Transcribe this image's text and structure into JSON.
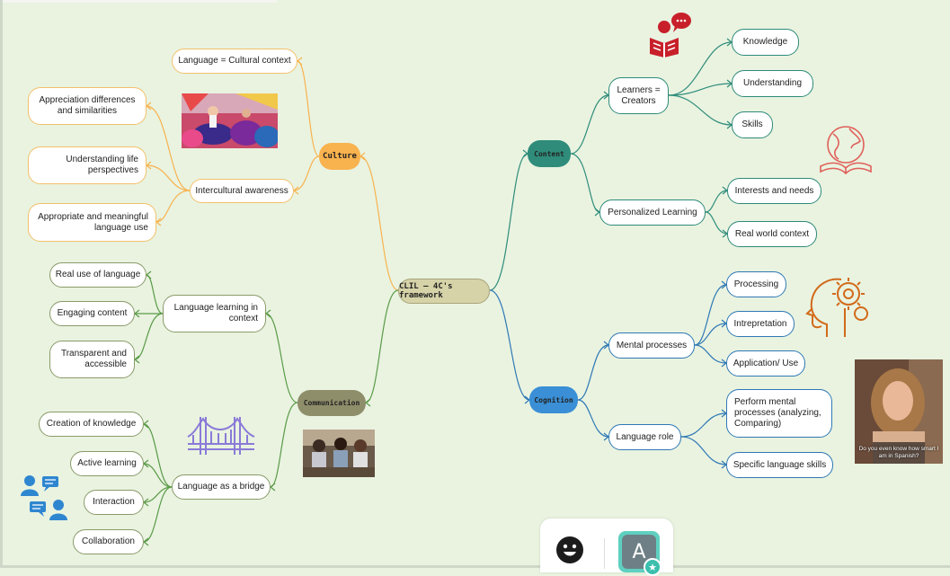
{
  "map": {
    "root": "CLIL – 4C's framework",
    "branches": {
      "culture": {
        "label": "Culture",
        "color": "#f8b24e",
        "children": [
          {
            "label": "Language = Cultural context"
          },
          {
            "label": "Intercultural awareness",
            "children": [
              {
                "label": "Appreciation differences and similarities"
              },
              {
                "label": "Understanding life perspectives"
              },
              {
                "label": "Appropriate and meaningful language use"
              }
            ]
          }
        ]
      },
      "communication": {
        "label": "Communication",
        "color": "#8f8e6b",
        "children": [
          {
            "label": "Language learning in context",
            "children": [
              {
                "label": "Real use of language"
              },
              {
                "label": "Engaging content"
              },
              {
                "label": "Transparent and accessible"
              }
            ]
          },
          {
            "label": "Language as a bridge",
            "children": [
              {
                "label": "Creation of knowledge"
              },
              {
                "label": "Active learning"
              },
              {
                "label": "Interaction"
              },
              {
                "label": "Collaboration"
              }
            ]
          }
        ]
      },
      "content": {
        "label": "Content",
        "color": "#2f8c7a",
        "children": [
          {
            "label": "Learners = Creators",
            "children": [
              {
                "label": "Knowledge"
              },
              {
                "label": "Understanding"
              },
              {
                "label": "Skills"
              }
            ]
          },
          {
            "label": "Personalized Learning",
            "children": [
              {
                "label": "Interests and needs"
              },
              {
                "label": "Real world context"
              }
            ]
          }
        ]
      },
      "cognition": {
        "label": "Cognition",
        "color": "#3a8fd6",
        "children": [
          {
            "label": "Mental processes",
            "children": [
              {
                "label": "Processing"
              },
              {
                "label": "Intrepretation"
              },
              {
                "label": "Application/ Use"
              }
            ]
          },
          {
            "label": "Language role",
            "children": [
              {
                "label": "Perform mental processes (analyzing, Comparing)"
              },
              {
                "label": "Specific language skills"
              }
            ]
          }
        ]
      }
    },
    "root_color": "#d6d3a8"
  },
  "images": {
    "gif_caption": "Do you even know how smart I am in Spanish?"
  },
  "icons": {
    "reader": "reader-speech-icon",
    "globe_book": "globe-book-icon",
    "head_gear": "head-gear-icon",
    "bridge": "bridge-icon",
    "people_chat": "people-chat-icon"
  },
  "toolbar": {
    "avatar_letter": "A",
    "smiley": "smiley-icon"
  }
}
